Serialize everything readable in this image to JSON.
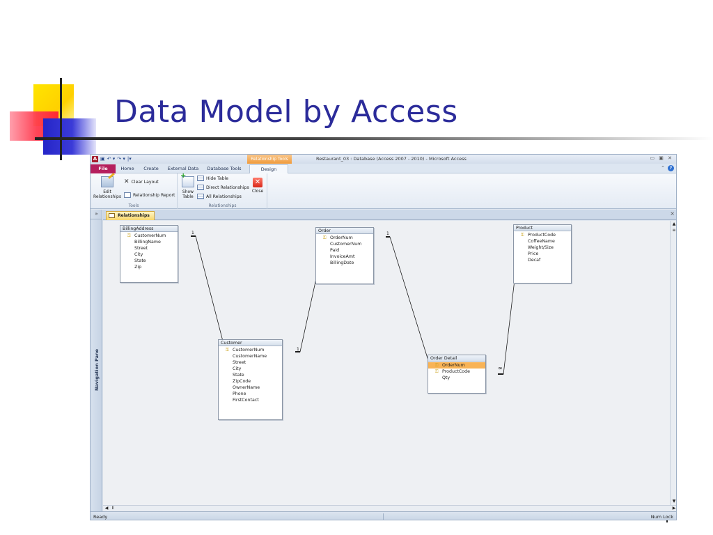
{
  "slide": {
    "title": "Data Model by Access"
  },
  "window": {
    "title": "Restaurant_03 : Database (Access 2007 - 2010)  -  Microsoft Access",
    "context_tab": "Relationship Tools",
    "app_icon": "access-logo-icon",
    "controls_icon": "window-controls-icon"
  },
  "ribbon": {
    "tabs": [
      {
        "label": "File"
      },
      {
        "label": "Home"
      },
      {
        "label": "Create"
      },
      {
        "label": "External Data"
      },
      {
        "label": "Database Tools"
      },
      {
        "label": "Design"
      }
    ],
    "groups": {
      "tools": {
        "label": "Tools",
        "edit_relationships": "Edit Relationships",
        "clear_layout": "Clear Layout",
        "relationship_report": "Relationship Report"
      },
      "relationships": {
        "label": "Relationships",
        "show_table": "Show Table",
        "hide_table": "Hide Table",
        "direct_relationships": "Direct Relationships",
        "all_relationships": "All Relationships",
        "close": "Close"
      }
    }
  },
  "navigation": {
    "label": "Navigation Pane",
    "toggle": "»"
  },
  "document": {
    "tab_label": "Relationships",
    "close_glyph": "×"
  },
  "tables": {
    "billing_address": {
      "name": "BillingAddress",
      "fields": [
        {
          "name": "CustomerNum",
          "key": true
        },
        {
          "name": "BillingName",
          "key": false
        },
        {
          "name": "Street",
          "key": false
        },
        {
          "name": "City",
          "key": false
        },
        {
          "name": "State",
          "key": false
        },
        {
          "name": "Zip",
          "key": false
        }
      ]
    },
    "order": {
      "name": "Order",
      "fields": [
        {
          "name": "OrderNum",
          "key": true
        },
        {
          "name": "CustomerNum",
          "key": false
        },
        {
          "name": "Paid",
          "key": false
        },
        {
          "name": "InvoiceAmt",
          "key": false
        },
        {
          "name": "BillingDate",
          "key": false
        }
      ]
    },
    "product": {
      "name": "Product",
      "fields": [
        {
          "name": "ProductCode",
          "key": true
        },
        {
          "name": "CoffeeName",
          "key": false
        },
        {
          "name": "Weight/Size",
          "key": false
        },
        {
          "name": "Price",
          "key": false
        },
        {
          "name": "Decaf",
          "key": false
        }
      ]
    },
    "customer": {
      "name": "Customer",
      "fields": [
        {
          "name": "CustomerNum",
          "key": true
        },
        {
          "name": "CustomerName",
          "key": false
        },
        {
          "name": "Street",
          "key": false
        },
        {
          "name": "City",
          "key": false
        },
        {
          "name": "State",
          "key": false
        },
        {
          "name": "ZipCode",
          "key": false
        },
        {
          "name": "OwnerName",
          "key": false
        },
        {
          "name": "Phone",
          "key": false
        },
        {
          "name": "FirstContact",
          "key": false
        }
      ]
    },
    "order_detail": {
      "name": "Order Detail",
      "fields": [
        {
          "name": "OrderNum",
          "key": true,
          "selected": true
        },
        {
          "name": "ProductCode",
          "key": true
        },
        {
          "name": "Qty",
          "key": false
        }
      ]
    }
  },
  "relationships": {
    "one_symbol": "1",
    "many_symbol": "∞"
  },
  "status": {
    "left": "Ready",
    "right": "Num Lock"
  }
}
